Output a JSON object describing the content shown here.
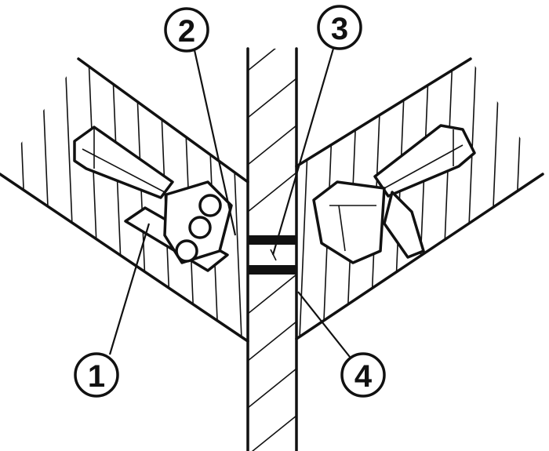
{
  "diagram": {
    "callouts": [
      {
        "id": "1",
        "label": "1"
      },
      {
        "id": "2",
        "label": "2"
      },
      {
        "id": "3",
        "label": "3"
      },
      {
        "id": "4",
        "label": "4"
      }
    ],
    "colors": {
      "stroke": "#111111",
      "background": "#ffffff"
    }
  }
}
